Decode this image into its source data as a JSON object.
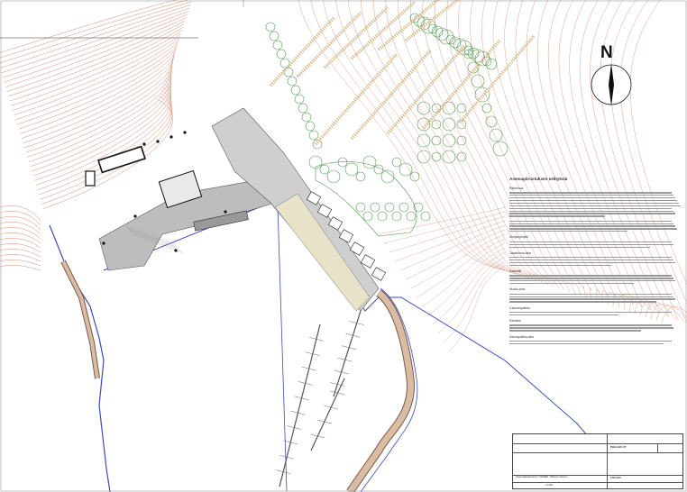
{
  "plan": {
    "north_label": "N",
    "notes_title": "Asemapiirustuksen selityksiä",
    "notes_sections": [
      {
        "head": "Rakennus",
        "lines": 10
      },
      {
        "head": "",
        "lines": 5
      },
      {
        "head": "Suojavyöhyke",
        "lines": 3
      },
      {
        "head": "Tapahtuma-alue",
        "lines": 4
      },
      {
        "head": "Saariväli",
        "lines": 4
      },
      {
        "head": "Huolto-alue",
        "lines": 4
      },
      {
        "head": "Caravanpaikka",
        "lines": 2
      },
      {
        "head": "Rantatie",
        "lines": 3
      },
      {
        "head": "Saunapaikka-alue",
        "lines": 2
      }
    ],
    "title_block": {
      "client_name": "PIHLAVA OY",
      "drawing_no": "1/00 000",
      "scale": "1:1000",
      "project_title": "Satamakilpailutuksen YLEINEN, Pihlavan Satama"
    }
  },
  "colors": {
    "contour": "#d98a70",
    "paving": "#bdbdbd",
    "water_edge": "#3a49c8",
    "trees": "#4f9a4f",
    "parking_marks": "#d6b27e",
    "pier": "#d9bca3"
  }
}
